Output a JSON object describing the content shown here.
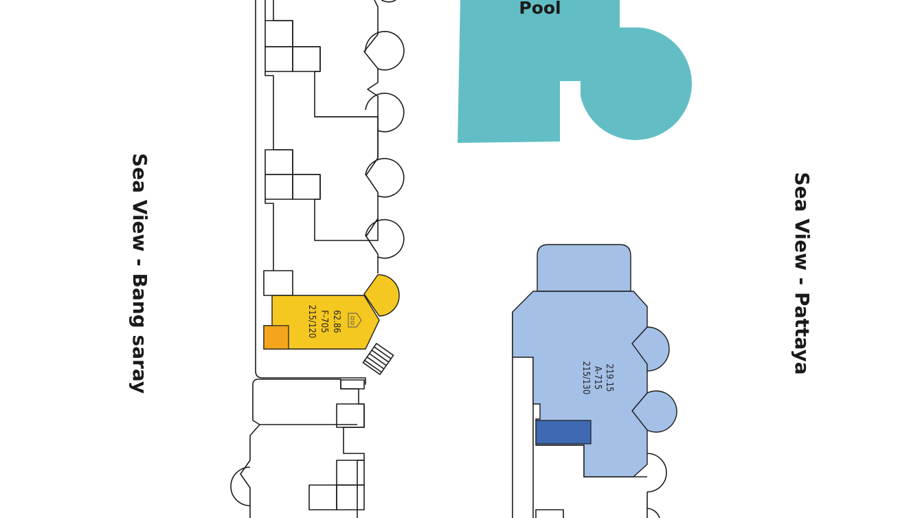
{
  "pool": {
    "label": "Pool",
    "color": "#62bec4"
  },
  "sea_views": {
    "left": "Sea View - Bang saray",
    "right": "Sea View - Pattaya"
  },
  "units": [
    {
      "id": "F-705",
      "area": "62.86",
      "plot": "215/120",
      "color": "#f5c821",
      "accent": "#f3a51c"
    },
    {
      "id": "A-715",
      "area": "219.15",
      "plot": "215/130",
      "color": "#a4c0e6",
      "accent": "#3f6ab3"
    }
  ],
  "colors": {
    "outline": "#1a1a1a",
    "background": "#ffffff"
  }
}
